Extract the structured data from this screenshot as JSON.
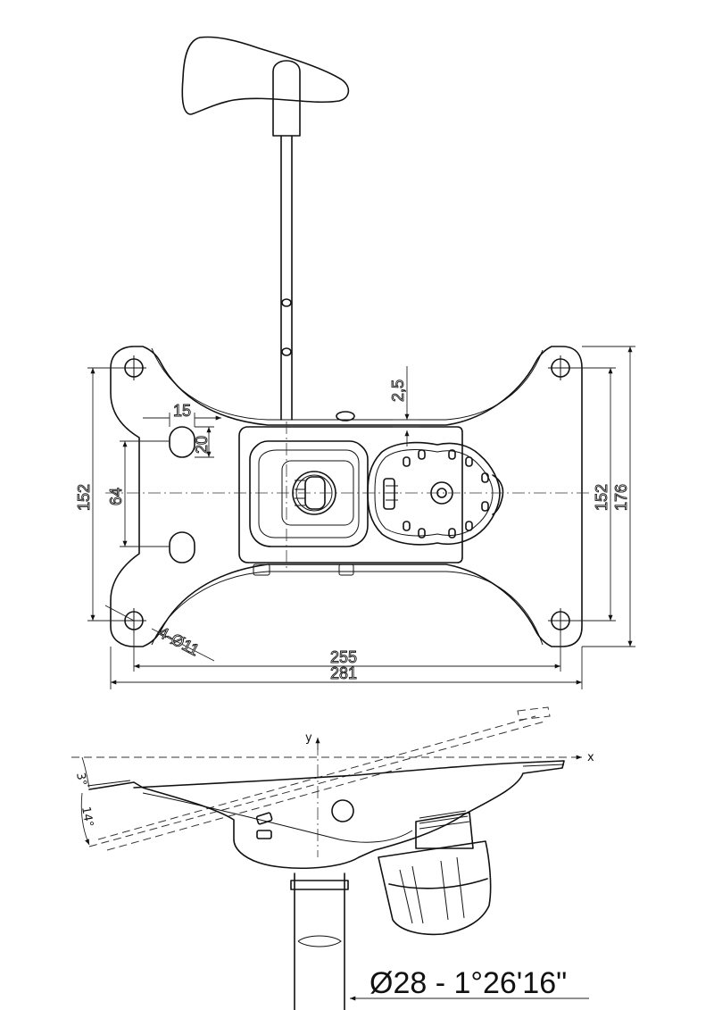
{
  "top_view": {
    "dimensions": {
      "overall_width": "281",
      "hole_spacing_width": "255",
      "height_left": "152",
      "height_right_inner": "152",
      "height_right_outer": "176",
      "slot_spacing": "64",
      "slot_width": "15",
      "slot_height": "20",
      "offset": "2,5",
      "holes": "4-Ø11"
    }
  },
  "side_view": {
    "axis_x": "x",
    "axis_y": "y",
    "angle_small": "3°",
    "angle_large": "14°"
  },
  "footer": {
    "spec": "Ø28 - 1°26'16\""
  }
}
